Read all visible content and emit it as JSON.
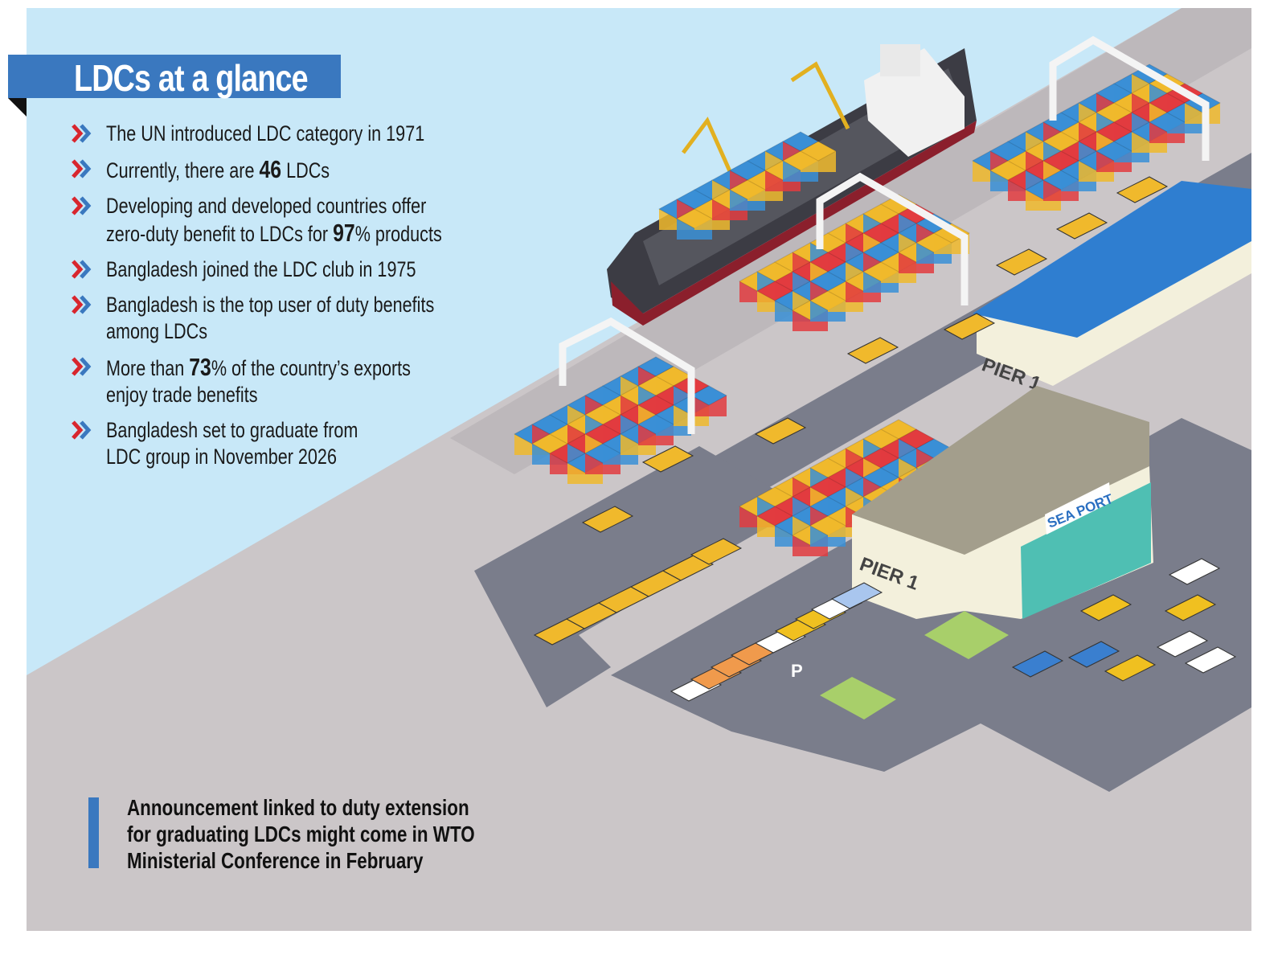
{
  "title": "LDCs at a glance",
  "bullets": [
    {
      "pre": "The UN introduced LDC category in 1971",
      "bold": "",
      "post": "",
      "line2": ""
    },
    {
      "pre": "Currently, there are ",
      "bold": "46",
      "post": " LDCs",
      "line2": ""
    },
    {
      "pre": "Developing and developed countries offer",
      "bold": "",
      "post": "",
      "line2_pre": "zero-duty benefit to LDCs for ",
      "line2_bold": "97",
      "line2_post": "% products"
    },
    {
      "pre": "Bangladesh joined the LDC club in 1975",
      "bold": "",
      "post": "",
      "line2": ""
    },
    {
      "pre": "Bangladesh is the top user of duty benefits",
      "bold": "",
      "post": "",
      "line2": "among LDCs"
    },
    {
      "pre": "More than ",
      "bold": "73",
      "post": "% of the country’s exports",
      "line2": "enjoy trade benefits"
    },
    {
      "pre": "Bangladesh set to graduate from",
      "bold": "",
      "post": "",
      "line2": "LDC group in November 2026"
    }
  ],
  "note": {
    "line1": "Announcement linked to duty extension",
    "line2": "for graduating LDCs might come in WTO",
    "line3": "Ministerial Conference in February"
  },
  "illustration": {
    "pier_label_1": "PIER 1",
    "pier_label_2": "PIER 1",
    "seaport_sign": "SEA PORT",
    "parking_sign": "P"
  },
  "colors": {
    "accent_blue": "#3a78bf",
    "sky": "#c8e8f8",
    "ground": "#cbc6c8",
    "road": "#777a88",
    "bullet_red": "#d8262e",
    "bullet_blue": "#3a78bf"
  }
}
